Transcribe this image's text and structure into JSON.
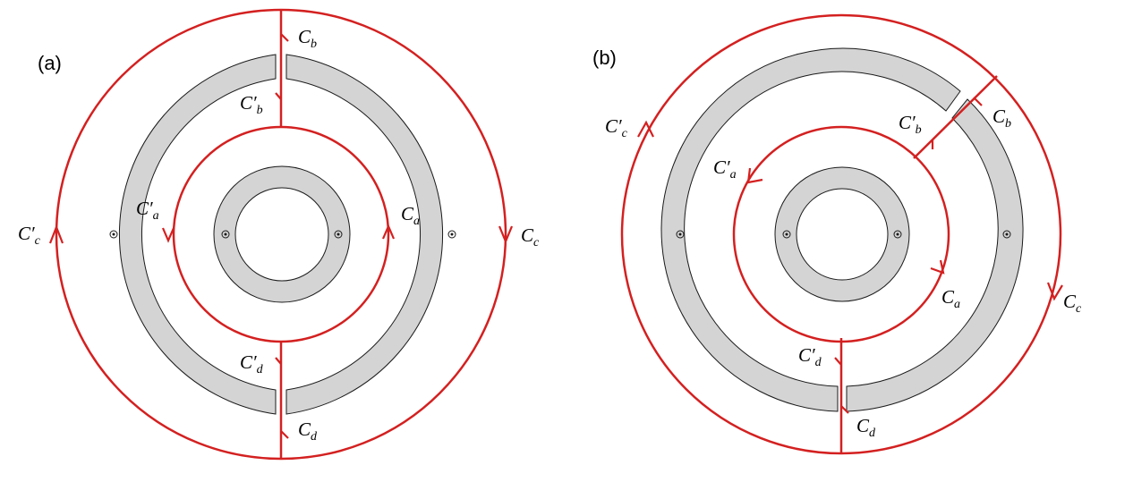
{
  "colors": {
    "contour": "#d42020",
    "conductor": "#d4d4d4",
    "outline": "#1a1a1a"
  },
  "panels": [
    {
      "id": "a",
      "label": "(a)",
      "labels": {
        "Cb": "C",
        "Cb_sub": "b",
        "Cbp": "C′",
        "Cbp_sub": "b",
        "Cap": "C′",
        "Cap_sub": "a",
        "Ca": "C",
        "Ca_sub": "a",
        "Ccp": "C′",
        "Ccp_sub": "c",
        "Cc": "C",
        "Cc_sub": "c",
        "Cdp": "C′",
        "Cdp_sub": "d",
        "Cd": "C",
        "Cd_sub": "d"
      }
    },
    {
      "id": "b",
      "label": "(b)",
      "labels": {
        "Ccp": "C′",
        "Ccp_sub": "c",
        "Cbp": "C′",
        "Cbp_sub": "b",
        "Cb": "C",
        "Cb_sub": "b",
        "Cap": "C′",
        "Cap_sub": "a",
        "Ca": "C",
        "Ca_sub": "a",
        "Cc": "C",
        "Cc_sub": "c",
        "Cdp": "C′",
        "Cdp_sub": "d",
        "Cd": "C",
        "Cd_sub": "d"
      }
    }
  ],
  "icons": [
    "current-out-of-page-icon"
  ]
}
